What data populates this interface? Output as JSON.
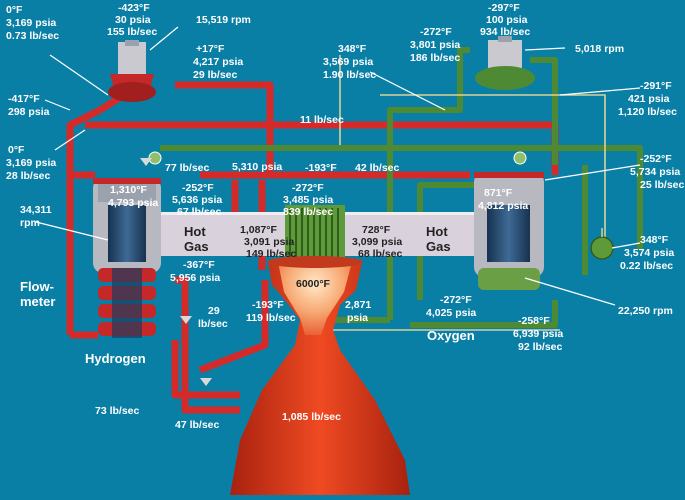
{
  "colors": {
    "background": "#0a7fa6",
    "hydrogen_line": "#d42a2a",
    "oxygen_line": "#4e8a34",
    "hot_gas": "#d9d2dc",
    "nozzle": "#e23a20"
  },
  "labels": {
    "h_inlet_temp": "0°F",
    "h_inlet_press": "3,169 psia",
    "h_inlet_flow": "0.73 lb/sec",
    "lpfp_temp": "-423°F",
    "lpfp_press": "30 psia",
    "lpfp_flow": "155 lb/sec",
    "lpfp_speed": "15,519 rpm",
    "lpfp_out_temp": "+17°F",
    "lpfp_out_press": "4,217 psia",
    "lpfp_out_flow": "29 lb/sec",
    "h_left_temp": "-417°F",
    "h_left_press": "298 psia",
    "h_left2_temp": "0°F",
    "h_left2_press": "3,169 psia",
    "h_left2_flow": "28 lb/sec",
    "o_in_temp": "-272°F",
    "o_in_press": "3,801 psia",
    "o_in_flow": "186 lb/sec",
    "o_mid_temp": "348°F",
    "o_mid_press": "3,569 psia",
    "o_mid_flow": "1.90 lb/sec",
    "lpop_temp": "-297°F",
    "lpop_press": "100 psia",
    "lpop_flow": "934 lb/sec",
    "lpop_speed": "5,018 rpm",
    "o_right_temp": "-291°F",
    "o_right_press": "421 psia",
    "o_right_flow": "1,120 lb/sec",
    "flow_11": "11 lb/sec",
    "flow_77": "77 lb/sec",
    "press_5310": "5,310 psia",
    "temp_193_top": "-193°F",
    "flow_42": "42 lb/sec",
    "o_r2_temp": "-252°F",
    "o_r2_press": "5,734 psia",
    "o_r2_flow": "25 lb/sec",
    "hpft_temp": "1,310°F",
    "hpft_press": "4,793 psia",
    "hpft_pump_temp": "-252°F",
    "hpft_pump_press": "5,636 psia",
    "hpft_pump_flow": "67 lb/sec",
    "inj_temp": "-272°F",
    "inj_press": "3,485 psia",
    "inj_flow": "839 lb/sec",
    "hpot_temp": "871°F",
    "hpot_press": "4,812 psia",
    "hpft_speed": "34,311",
    "hpft_speed_unit": "rpm",
    "hg_left_temp": "1,087°F",
    "hg_left_press": "3,091 psia",
    "hg_left_flow": "149 lb/sec",
    "hg_right_temp": "728°F",
    "hg_right_press": "3,099 psia",
    "hg_right_flow": "68 lb/sec",
    "hot": "Hot",
    "gas": "Gas",
    "o_tank_temp": "348°F",
    "o_tank_press": "3,574 psia",
    "o_tank_flow": "0.22 lb/sec",
    "h_pump_temp": "-367°F",
    "h_pump_press": "5,956 psia",
    "chamber_temp": "6000°F",
    "flowmeter_1": "Flow-",
    "flowmeter_2": "meter",
    "flow_29_a": "29",
    "flow_29_b": "lb/sec",
    "temp_193_bot": "-193°F",
    "flow_119": "119 lb/sec",
    "press_2871_a": "2,871",
    "press_2871_b": "psia",
    "o_bot_temp": "-272°F",
    "o_bot_press": "4,025 psia",
    "hpop_speed": "22,250 rpm",
    "hydrogen": "Hydrogen",
    "oxygen": "Oxygen",
    "o_pump_temp": "-258°F",
    "o_pump_press": "6,939 psia",
    "o_pump_flow": "92 lb/sec",
    "flow_73": "73 lb/sec",
    "flow_47": "47 lb/sec",
    "nozzle_flow": "1,085 lb/sec"
  }
}
